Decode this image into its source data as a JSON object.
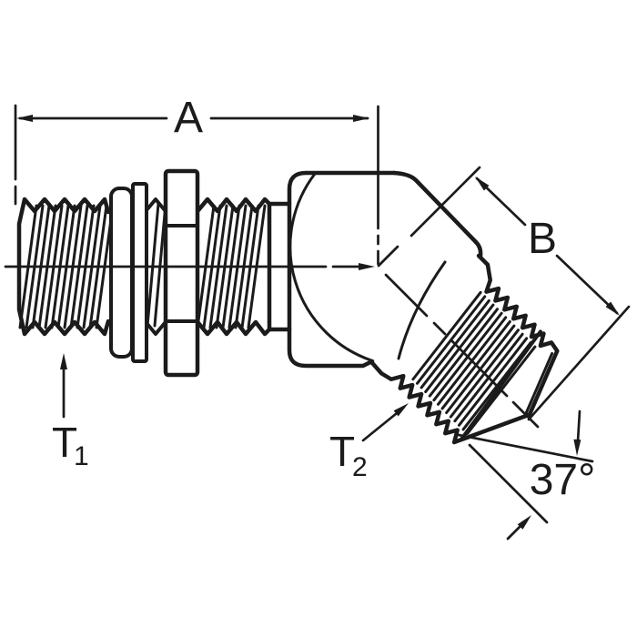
{
  "figure": {
    "background_color": "#ffffff",
    "ink_color": "#1b1b1b",
    "labels": {
      "dim_a": "A",
      "dim_b": "B",
      "t1_base": "T",
      "t1_sub": "1",
      "t2_base": "T",
      "t2_sub": "2",
      "flare_angle": "37°"
    }
  }
}
